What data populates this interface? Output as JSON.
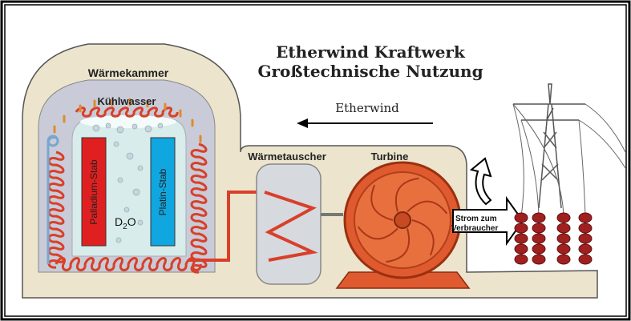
{
  "title": {
    "line1": "Etherwind  Kraftwerk",
    "line2": "Großtechnische Nutzung"
  },
  "labels": {
    "chamber": "Wärmekammer",
    "coolant": "Kühlwasser",
    "heat_exchanger": "Wärmetauscher",
    "turbine": "Turbine",
    "etherwind": "Etherwind",
    "rod_left": "Palladium-Stab",
    "rod_right": "Platin-Stab",
    "water_main": "D",
    "water_sub": "2",
    "water_end": "O",
    "output_line1": "Strom zum",
    "output_line2": "Verbraucher"
  },
  "colors": {
    "building": "#ece4cc",
    "building_stroke": "#555555",
    "chamber_inner": "#c9ccd8",
    "water": "#d8ecec",
    "coil": "#d8402a",
    "palladium": "#e02020",
    "platinum": "#10a6e0",
    "turbine": "#e05a30",
    "insulator": "#a02020",
    "frame": "#000000"
  },
  "icons": {
    "wind_arrow": "arrow-left-icon",
    "output_arrow": "arrow-right-icon",
    "curved_arrow": "curved-arrow-up-icon",
    "pylon": "power-pylon-icon"
  }
}
